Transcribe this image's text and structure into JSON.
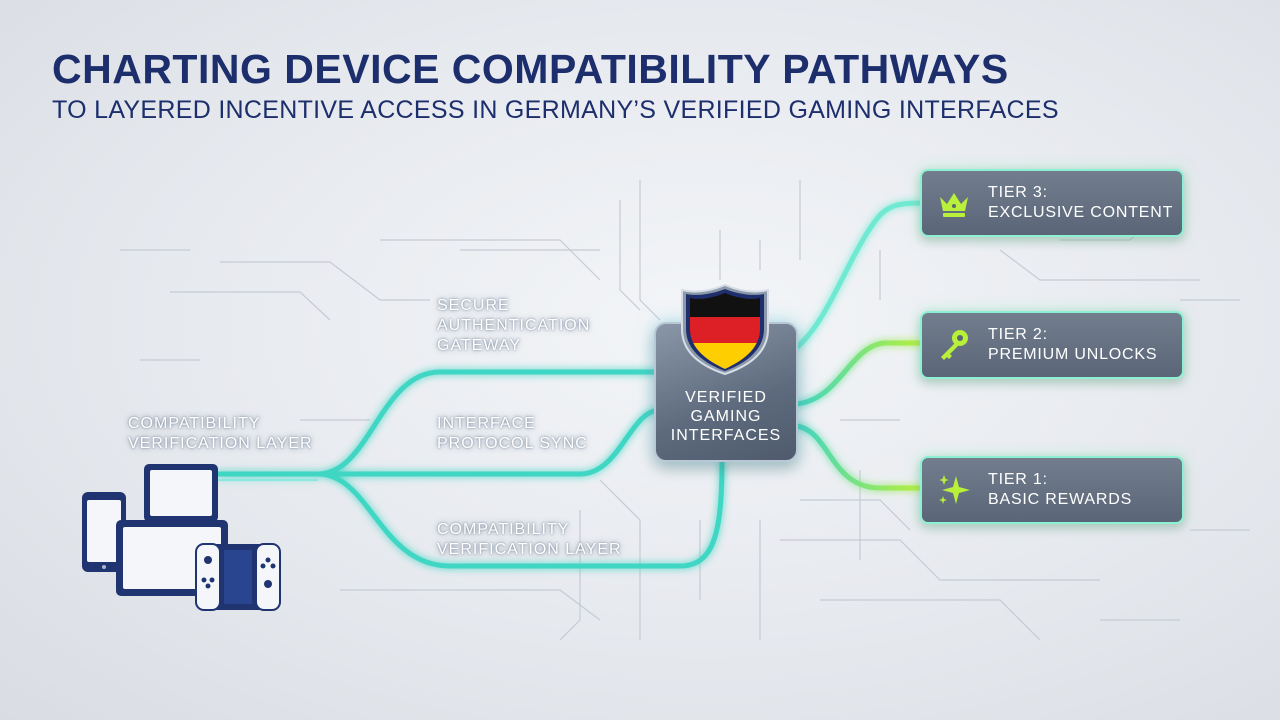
{
  "header": {
    "title": "CHARTING DEVICE COMPATIBILITY PATHWAYS",
    "subtitle": "TO LAYERED INCENTIVE ACCESS IN GERMANY’S VERIFIED GAMING INTERFACES"
  },
  "source_label": {
    "line1": "COMPATIBILITY",
    "line2": "VERIFICATION LAYER"
  },
  "pathways": [
    {
      "line1": "SECURE",
      "line2": "AUTHENTICATION",
      "line3": "GATEWAY"
    },
    {
      "line1": "INTERFACE",
      "line2": "PROTOCOL SYNC"
    },
    {
      "line1": "COMPATIBILITY",
      "line2": "VERIFICATION LAYER"
    }
  ],
  "hub": {
    "line1": "VERIFIED",
    "line2": "GAMING",
    "line3": "INTERFACES",
    "icon": "germany-flag-shield-icon"
  },
  "tiers": [
    {
      "line1": "TIER 3:",
      "line2": "EXCLUSIVE CONTENT",
      "icon": "crown-icon"
    },
    {
      "line1": "TIER 2:",
      "line2": "PREMIUM UNLOCKS",
      "icon": "key-icon"
    },
    {
      "line1": "TIER 1:",
      "line2": "BASIC REWARDS",
      "icon": "sparkle-icon"
    }
  ],
  "colors": {
    "title": "#1c2e6b",
    "teal_path": "#3fd6c4",
    "lime_path": "#b8f03a",
    "device_navy": "#1f3470",
    "flag_black": "#111111",
    "flag_red": "#dd1f26",
    "flag_gold": "#ffce00"
  }
}
